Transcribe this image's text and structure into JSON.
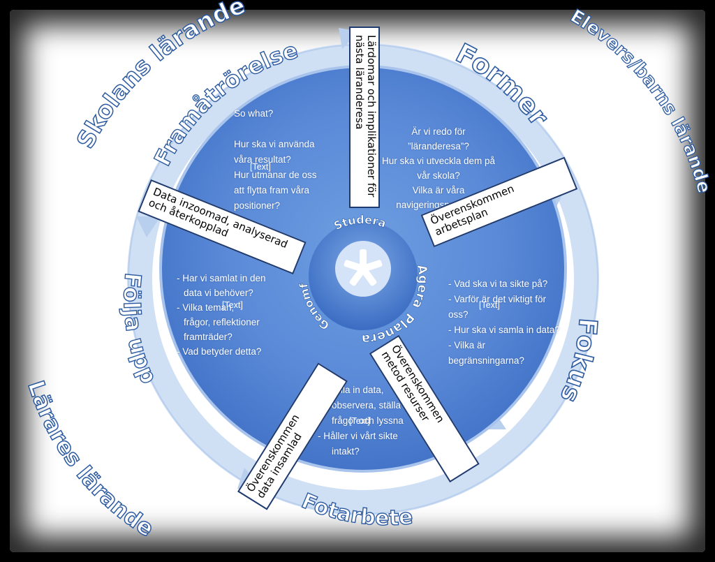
{
  "outer_labels": {
    "skolans": "Skolans lärande",
    "elevers": "Elevers/barns lärande",
    "larares": "Lärares lärande"
  },
  "ring_labels": {
    "framatrorelse": "Framåtrörelse",
    "former": "Former",
    "fokus": "Fokus",
    "fotarbete": "Fotarbete",
    "folja_upp": "Följa upp"
  },
  "inner_labels": {
    "agera": "Agera",
    "planera": "Planera",
    "genomfora": "Genomföra",
    "studera": "Studera"
  },
  "spokes": {
    "top": [
      "Lärdomar och implikationer för",
      "nästa läranderesa"
    ],
    "right": [
      "Överenskommen",
      "arbetsplan"
    ],
    "lower_right": [
      "Överenskommen",
      "metod resurser"
    ],
    "lower_left": [
      "Överenskommen",
      "data insamlad"
    ],
    "left": [
      "Data inzoomad, analyserad",
      "och återkopplad"
    ]
  },
  "segments": {
    "top_left": [
      "So what?",
      "",
      "Hur ska vi använda",
      "våra resultat?",
      "Hur utmanar de oss",
      "att flytta fram våra",
      "positioner?"
    ],
    "top_right": [
      "Är vi  redo för",
      "”läranderesa”?",
      "Hur ska vi utveckla dem på",
      "vår skola?",
      "Vilka är våra",
      "navigeringspunkter?"
    ],
    "right": [
      "- Vad ska vi ta sikte på?",
      "- Varför är det viktigt för",
      "oss?",
      "- Hur ska vi samla in data?",
      "- Vilka är",
      "begränsningarna?"
    ],
    "bottom": [
      "- Samla in data,",
      "observera,  ställa",
      "frågor och lyssna",
      "- Håller vi vårt sikte",
      "intakt?"
    ],
    "left": [
      "- Har vi samlat in den",
      "data vi behöver?",
      "- Vilka teman,",
      "frågor, reflektioner",
      "framträder?",
      "- Vad betyder detta?"
    ]
  },
  "placeholder": "[Text]",
  "colors": {
    "text_blue": "#1f4e96",
    "circle_light": "#a8c6ee",
    "circle_dark": "#3f77c9",
    "ring": "#c9dbf3"
  }
}
